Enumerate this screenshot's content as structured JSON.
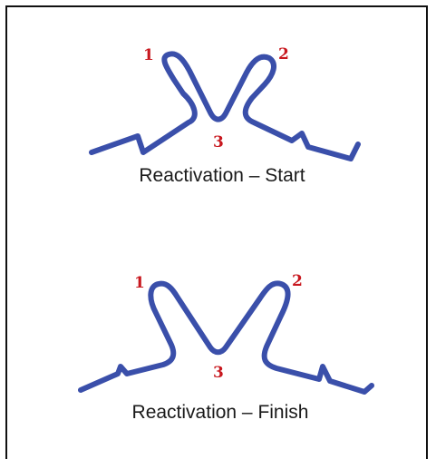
{
  "colors": {
    "strand": "#3a4faa",
    "label": "#c8171e",
    "text": "#1a1a1a",
    "border": "#111111"
  },
  "panels": [
    {
      "caption": "Reactivation – Start",
      "labels": {
        "one": "1",
        "two": "2",
        "three": "3"
      }
    },
    {
      "caption": "Reactivation – Finish",
      "labels": {
        "one": "1",
        "two": "2",
        "three": "3"
      }
    }
  ]
}
